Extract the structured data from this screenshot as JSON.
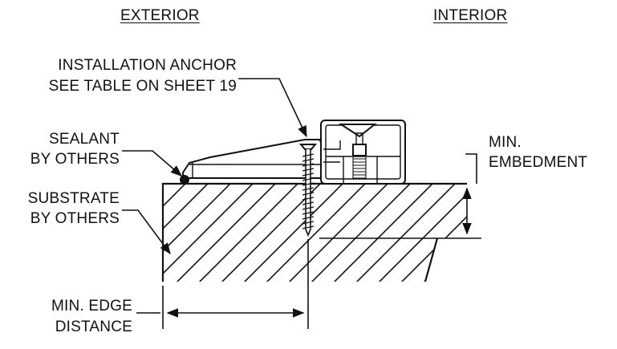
{
  "header": {
    "exterior": "EXTERIOR",
    "interior": "INTERIOR"
  },
  "callouts": {
    "anchor_line1": "INSTALLATION ANCHOR",
    "anchor_line2": "SEE TABLE ON SHEET 19",
    "sealant_line1": "SEALANT",
    "sealant_line2": "BY OTHERS",
    "substrate_line1": "SUBSTRATE",
    "substrate_line2": "BY OTHERS",
    "embed_line1": "MIN.",
    "embed_line2": "EMBEDMENT",
    "edge_line1": "MIN. EDGE",
    "edge_line2": "DISTANCE"
  },
  "colors": {
    "line": "#111111",
    "background": "#ffffff"
  }
}
